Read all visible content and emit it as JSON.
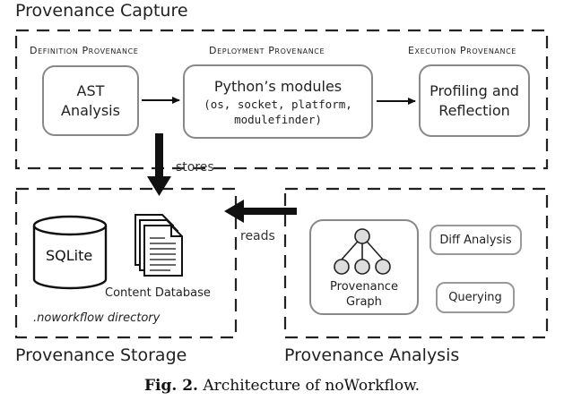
{
  "capture": {
    "title": "Provenance Capture",
    "definition": {
      "label": "Definition Provenance",
      "box": [
        "AST",
        "Analysis"
      ]
    },
    "deployment": {
      "label": "Deployment Provenance",
      "box_title": "Python’s modules",
      "box_sub": [
        "(os, socket, platform,",
        "modulefinder)"
      ]
    },
    "execution": {
      "label": "Execution Provenance",
      "box": [
        "Profiling and",
        "Reflection"
      ]
    }
  },
  "flows": {
    "stores": "stores",
    "reads": "reads"
  },
  "storage": {
    "title": "Provenance Storage",
    "sqlite": "SQLite",
    "content_db": "Content Database",
    "directory": ".noworkflow directory"
  },
  "analysis": {
    "title": "Provenance Analysis",
    "graph": [
      "Provenance",
      "Graph"
    ],
    "diff": "Diff Analysis",
    "querying": "Querying"
  },
  "caption": {
    "label": "Fig. 2.",
    "text": "Architecture of noWorkflow."
  }
}
